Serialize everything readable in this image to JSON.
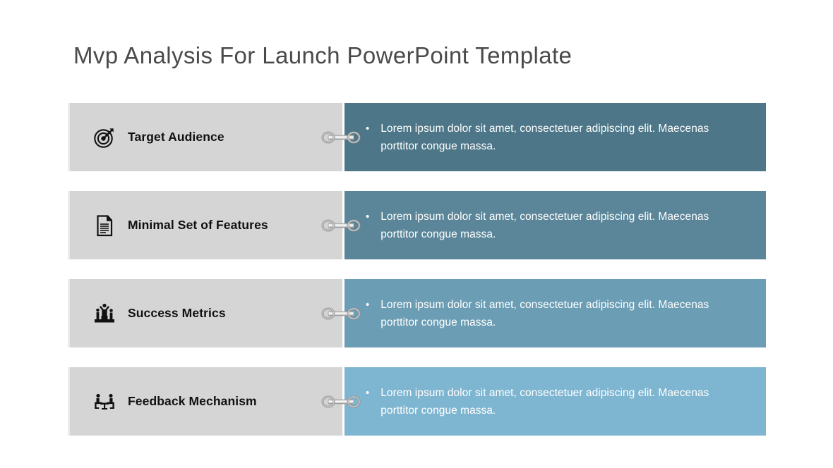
{
  "slide": {
    "title": "Mvp Analysis For Launch PowerPoint Template",
    "background_color": "#ffffff",
    "title_color": "#4a4a4a",
    "label_panel_color": "#d5d5d5",
    "label_text_color": "#111111",
    "bullet_glyph": "•"
  },
  "rows": [
    {
      "icon": "target-arrow-icon",
      "label": "Target Audience",
      "body": "Lorem ipsum dolor sit amet, consectetuer  adipiscing elit. Maecenas  porttitor  congue massa.",
      "panel_color": "#4d7688"
    },
    {
      "icon": "document-lines-icon",
      "label": "Minimal Set of Features",
      "body": "Lorem ipsum dolor sit amet, consectetuer  adipiscing elit. Maecenas  porttitor  congue massa.",
      "panel_color": "#5b8699"
    },
    {
      "icon": "podium-winners-icon",
      "label": "Success Metrics",
      "body": "Lorem ipsum dolor sit amet, consectetuer  adipiscing elit. Maecenas  porttitor  congue massa.",
      "panel_color": "#6b9db4"
    },
    {
      "icon": "meeting-table-icon",
      "label": "Feedback Mechanism",
      "body": "Lorem ipsum dolor sit amet, consectetuer  adipiscing elit. Maecenas  porttitor  congue massa.",
      "panel_color": "#7eb5d0"
    }
  ]
}
